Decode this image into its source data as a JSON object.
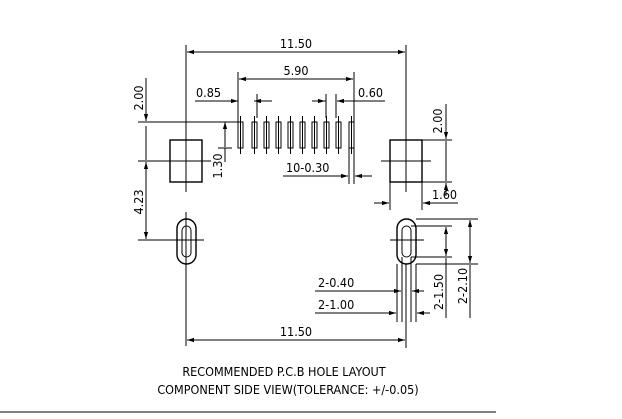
{
  "dimensions": {
    "overall_top": "11.50",
    "pin_span": "5.90",
    "pitch_left": "0.85",
    "pitch_right": "0.60",
    "pad_height_left": "2.00",
    "pad_height_right": "2.00",
    "pin_length": "1.30",
    "pin_count_width": "10-0.30",
    "pad_width_right": "1.60",
    "pad_to_slot": "4.23",
    "slot_width": "2-0.40",
    "slot_outer": "2-1.00",
    "slot_inner_len": "2-1.50",
    "slot_outer_len": "2-2.10",
    "overall_bottom": "11.50"
  },
  "caption": {
    "line1": "RECOMMENDED P.C.B HOLE LAYOUT",
    "line2": "COMPONENT SIDE VIEW(TOLERANCE: +/-0.05)"
  }
}
